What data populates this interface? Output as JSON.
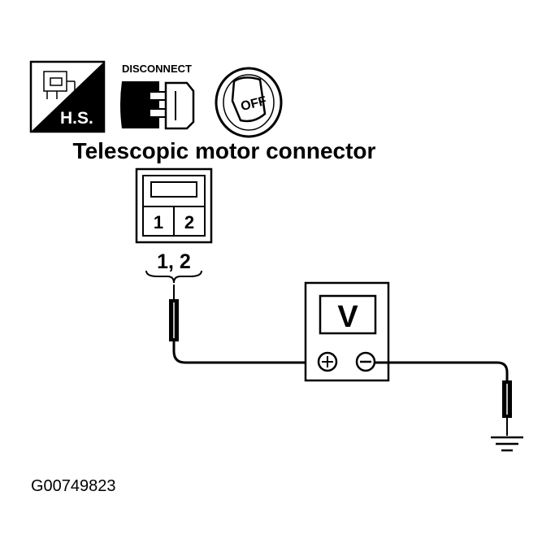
{
  "icons": {
    "harness_side": {
      "name": "harness-side-icon",
      "label": "H.S."
    },
    "disconnect": {
      "name": "disconnect-connector-icon",
      "label": "DISCONNECT"
    },
    "ignition": {
      "name": "ignition-switch-icon",
      "label": "OFF"
    }
  },
  "connector": {
    "title": "Telescopic motor connector",
    "pins": [
      "1",
      "2"
    ],
    "probe_label": "1, 2"
  },
  "meter": {
    "name": "voltmeter-icon",
    "display": "V",
    "positive": "+",
    "negative": "−"
  },
  "ground": {
    "name": "ground-symbol-icon"
  },
  "figure_id": "G00749823",
  "colors": {
    "ink": "#000000",
    "paper": "#ffffff"
  }
}
